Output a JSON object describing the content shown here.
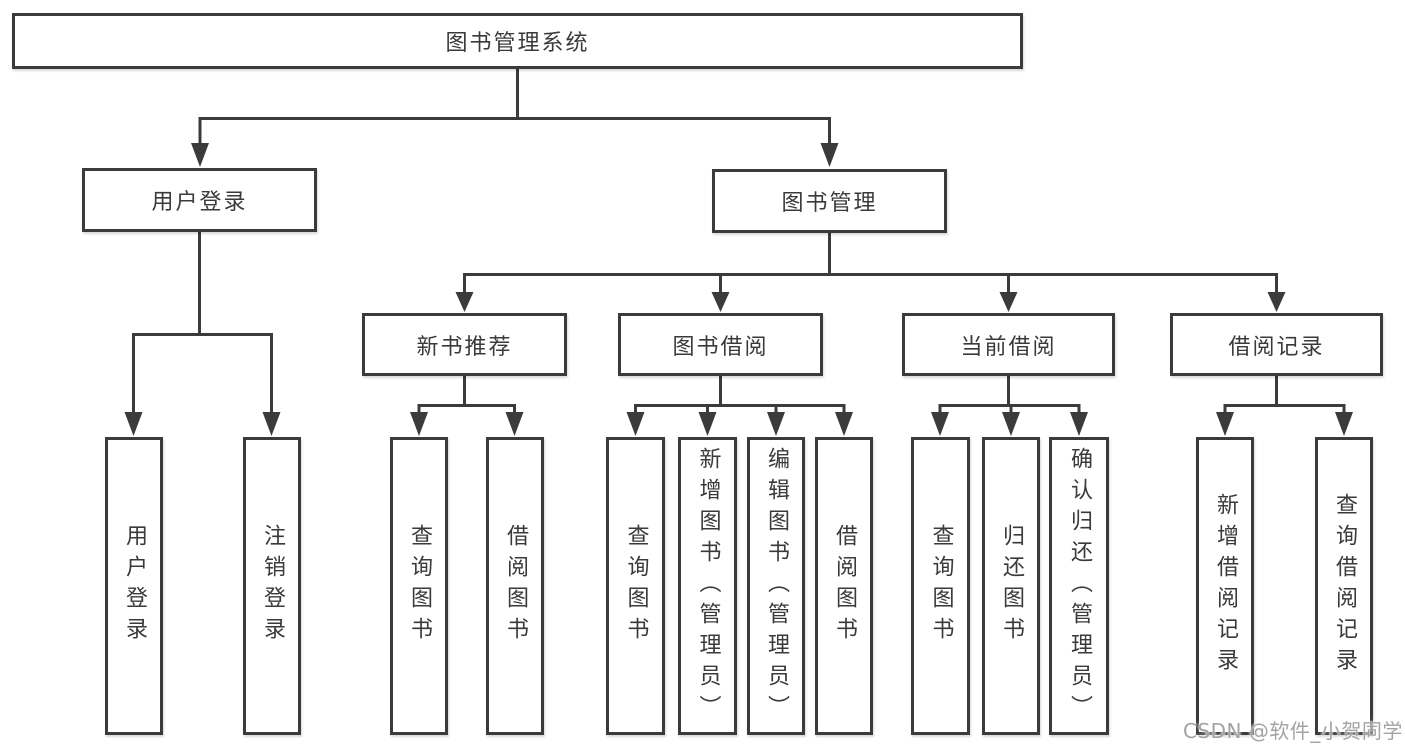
{
  "tree": {
    "root": "图书管理系统",
    "branches": [
      {
        "label": "用户登录",
        "leaves": [
          "用户登录",
          "注销登录"
        ]
      },
      {
        "label": "图书管理",
        "groups": [
          {
            "label": "新书推荐",
            "leaves": [
              "查询图书",
              "借阅图书"
            ]
          },
          {
            "label": "图书借阅",
            "leaves": [
              "查询图书",
              "新增图书（管理员）",
              "编辑图书（管理员）",
              "借阅图书"
            ]
          },
          {
            "label": "当前借阅",
            "leaves": [
              "查询图书",
              "归还图书",
              "确认归还（管理员）"
            ]
          },
          {
            "label": "借阅记录",
            "leaves": [
              "新增借阅记录",
              "查询借阅记录"
            ]
          }
        ]
      }
    ]
  },
  "watermark": {
    "text": "CSDN @软件_小贺同学"
  },
  "colors": {
    "line": "#3b3b3b",
    "text": "#3a3a3a",
    "background": "#ffffff",
    "watermark": "#a3a3a3"
  }
}
